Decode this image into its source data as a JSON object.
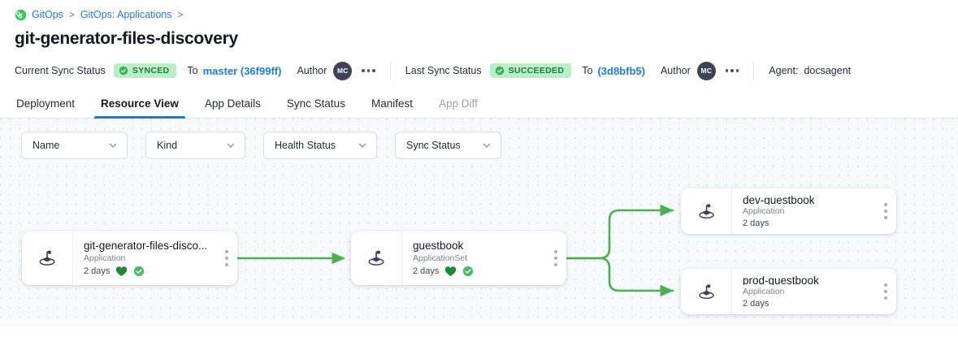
{
  "breadcrumb": {
    "icon": "gitops-link-icon",
    "items": [
      {
        "label": "GitOps",
        "sep": ">"
      },
      {
        "label": "GitOps: Applications",
        "sep": ">"
      }
    ]
  },
  "page_title": "git-generator-files-discovery",
  "status_bar": {
    "current": {
      "label": "Current Sync Status",
      "chip": "SYNCED",
      "chip_icon": "check-circle-icon",
      "to_label": "To",
      "revision": "master (36f99ff)",
      "author_label": "Author",
      "avatar": "MC",
      "more_icon": "more-horizontal-icon"
    },
    "last": {
      "label": "Last Sync Status",
      "chip": "SUCCEEDED",
      "chip_icon": "check-circle-icon",
      "to_label": "To",
      "revision": "(3d8bfb5)",
      "author_label": "Author",
      "avatar": "MC",
      "more_icon": "more-horizontal-icon"
    },
    "agent_label": "Agent:",
    "agent_value": "docsagent"
  },
  "tabs": [
    {
      "label": "Deployment",
      "state": "normal"
    },
    {
      "label": "Resource View",
      "state": "active"
    },
    {
      "label": "App Details",
      "state": "normal"
    },
    {
      "label": "Sync Status",
      "state": "normal"
    },
    {
      "label": "Manifest",
      "state": "normal"
    },
    {
      "label": "App Diff",
      "state": "disabled"
    }
  ],
  "filters": [
    {
      "label": "Name",
      "icon": "chevron-down-icon"
    },
    {
      "label": "Kind",
      "icon": "chevron-down-icon"
    },
    {
      "label": "Health Status",
      "icon": "chevron-down-icon"
    },
    {
      "label": "Sync Status",
      "icon": "chevron-down-icon"
    }
  ],
  "graph": {
    "nodes": [
      {
        "id": "root",
        "title": "git-generator-files-disco...",
        "kind": "Application",
        "age": "2 days",
        "icon": "argo-octopus-icon",
        "health": "healthy",
        "sync": "synced",
        "menu_icon": "kebab-menu-icon"
      },
      {
        "id": "appset",
        "title": "guestbook",
        "kind": "ApplicationSet",
        "age": "2 days",
        "icon": "argo-octopus-icon",
        "health": "healthy",
        "sync": "synced",
        "menu_icon": "kebab-menu-icon"
      },
      {
        "id": "dev",
        "title": "dev-guestbook",
        "kind": "Application",
        "age": "2 days",
        "icon": "argo-octopus-icon",
        "health": null,
        "sync": null,
        "menu_icon": "kebab-menu-icon"
      },
      {
        "id": "prod",
        "title": "prod-guestbook",
        "kind": "Application",
        "age": "2 days",
        "icon": "argo-octopus-icon",
        "health": null,
        "sync": null,
        "menu_icon": "kebab-menu-icon"
      }
    ],
    "edges": [
      {
        "from": "root",
        "to": "appset"
      },
      {
        "from": "appset",
        "to": "dev"
      },
      {
        "from": "appset",
        "to": "prod"
      }
    ]
  },
  "colors": {
    "accent_blue": "#1f7ae0",
    "tab_underline": "#137fdd",
    "chip_bg": "#b7f0c6",
    "chip_text": "#1e7a38",
    "edge_green": "#4caf50",
    "health_green": "#1c8a3c",
    "canvas_bg": "#f6fafd",
    "avatar_bg": "#3c4257"
  }
}
